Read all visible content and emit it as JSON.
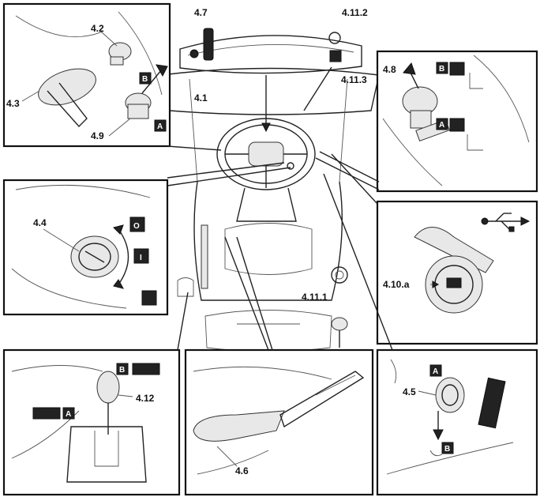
{
  "callouts": {
    "c_4_7": "4.7",
    "c_4_11_2": "4.11.2",
    "c_4_11_3": "4.11.3",
    "c_4_2": "4.2",
    "c_4_3": "4.3",
    "c_4_9": "4.9",
    "c_4_1": "4.1",
    "c_4_8": "4.8",
    "c_4_4": "4.4",
    "c_4_10_a": "4.10.a",
    "c_4_11_1": "4.11.1",
    "c_4_12": "4.12",
    "c_4_6": "4.6",
    "c_4_5": "4.5"
  },
  "tags": {
    "A": "A",
    "B": "B",
    "O": "O",
    "I": "I"
  },
  "colors": {
    "line": "#222222",
    "tag_fill": "#111111",
    "shade": "#e8e8e8"
  },
  "icons": [
    "usb-icon",
    "lights-on-icon",
    "lights-off-icon",
    "parking-brake-icon",
    "preheat-icon",
    "ignition-off-icon",
    "ignition-on-icon"
  ]
}
